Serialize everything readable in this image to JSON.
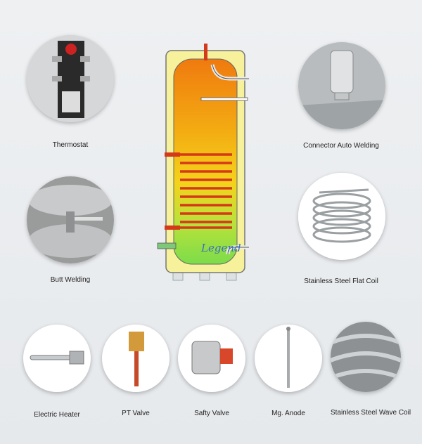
{
  "components": {
    "thermostat": "Thermostat",
    "connector": "Connector Auto Welding",
    "butt_welding": "Butt Welding",
    "flat_coil": "Stainless Steel Flat Coil",
    "electric_heater": "Electric Heater",
    "pt_valve": "PT Valve",
    "safty_valve": "Safty Valve",
    "mg_anode": "Mg. Anode",
    "wave_coil": "Stainless Steel Wave Coil"
  },
  "logo_text": "Legend",
  "colors": {
    "hot": "#f07a0f",
    "warm": "#f5d21a",
    "cold": "#7cdc4a",
    "casing": "#f6f19a",
    "coil": "#d4391a"
  }
}
